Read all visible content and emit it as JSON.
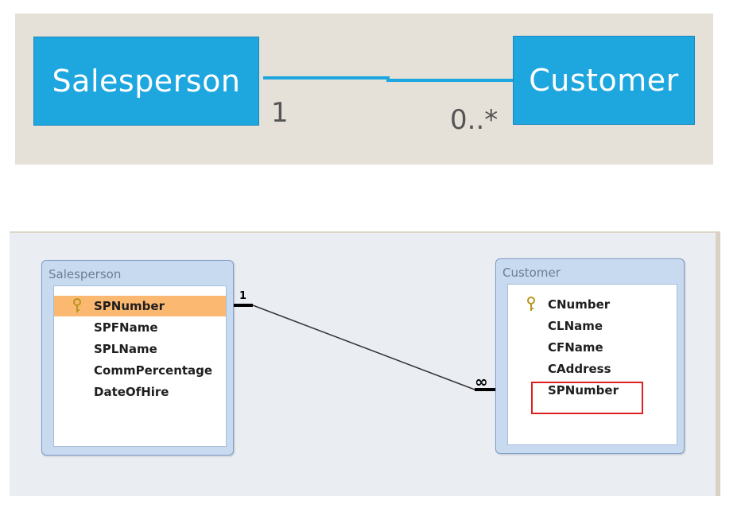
{
  "conceptual": {
    "entity_left": "Salesperson",
    "entity_right": "Customer",
    "mult_left": "1",
    "mult_right": "0..*",
    "colors": {
      "box": "#1ea6df",
      "line": "#1ea6df",
      "panel": "#e6e1d8"
    }
  },
  "relationships_window": {
    "tables": [
      {
        "title": "Salesperson",
        "fields": [
          {
            "name": "SPNumber",
            "primary_key": true,
            "selected": true
          },
          {
            "name": "SPFName",
            "primary_key": false,
            "selected": false
          },
          {
            "name": "SPLName",
            "primary_key": false,
            "selected": false
          },
          {
            "name": "CommPercentage",
            "primary_key": false,
            "selected": false
          },
          {
            "name": "DateOfHire",
            "primary_key": false,
            "selected": false
          }
        ]
      },
      {
        "title": "Customer",
        "fields": [
          {
            "name": "CNumber",
            "primary_key": true,
            "selected": false
          },
          {
            "name": "CLName",
            "primary_key": false,
            "selected": false
          },
          {
            "name": "CFName",
            "primary_key": false,
            "selected": false
          },
          {
            "name": "CAddress",
            "primary_key": false,
            "selected": false
          },
          {
            "name": "SPNumber",
            "primary_key": false,
            "selected": false,
            "highlighted": true
          }
        ]
      }
    ],
    "relationship": {
      "one_label": "1",
      "many_label": "∞"
    },
    "icons": {
      "primary_key": "key-icon"
    }
  }
}
